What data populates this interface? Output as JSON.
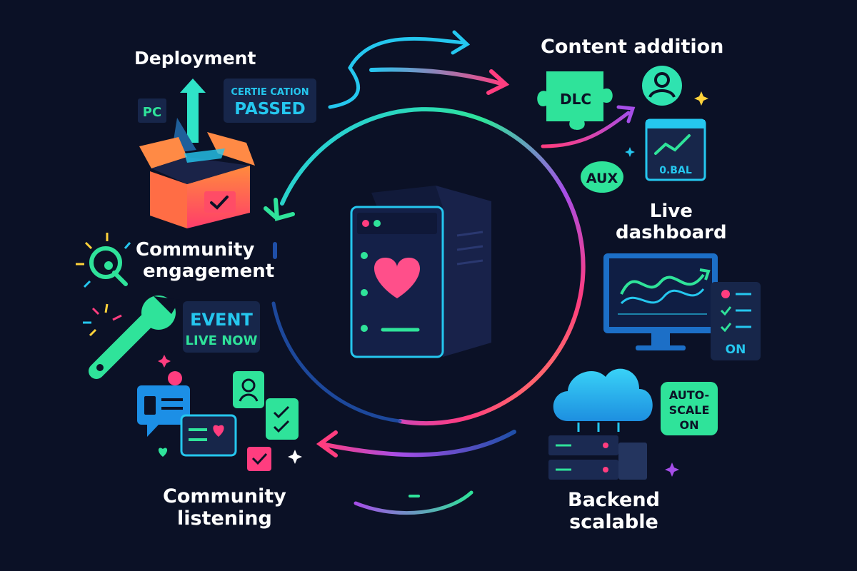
{
  "stages": {
    "deployment": "Deployment",
    "content_addition": "Content addition",
    "live_dashboard_line1": "Live",
    "live_dashboard_line2": "dashboard",
    "community_engagement_line1": "Community",
    "community_engagement_line2": "engagement",
    "community_listening_line1": "Community",
    "community_listening_line2": "listening",
    "backend_line1": "Backend",
    "backend_line2": "scalable"
  },
  "badges": {
    "pc": "PC",
    "cert_line1": "CERTIE CATION",
    "cert_line2": "PASSED",
    "dlc": "DLC",
    "aux": "AUX",
    "gbal": "0.BAL",
    "event_line1": "EVENT",
    "event_line2": "LIVE NOW",
    "on": "ON",
    "autoscale_line1": "AUTO-",
    "autoscale_line2": "SCALE",
    "autoscale_line3": "ON"
  },
  "colors": {
    "background": "#0b1126",
    "cyan": "#25c7ef",
    "green": "#2fe39a",
    "pink": "#ff3d7f",
    "purple": "#a64ee8",
    "orange": "#ff7a3c",
    "yellow": "#ffd23a"
  },
  "icons": [
    "server-heart-icon",
    "open-box-icon",
    "puzzle-dlc-icon",
    "user-icon",
    "monitor-chart-icon",
    "checklist-icon",
    "cloud-icon",
    "server-rack-icon",
    "magnifier-icon",
    "wrench-icon",
    "chat-bubbles-icon",
    "heart-icon"
  ]
}
